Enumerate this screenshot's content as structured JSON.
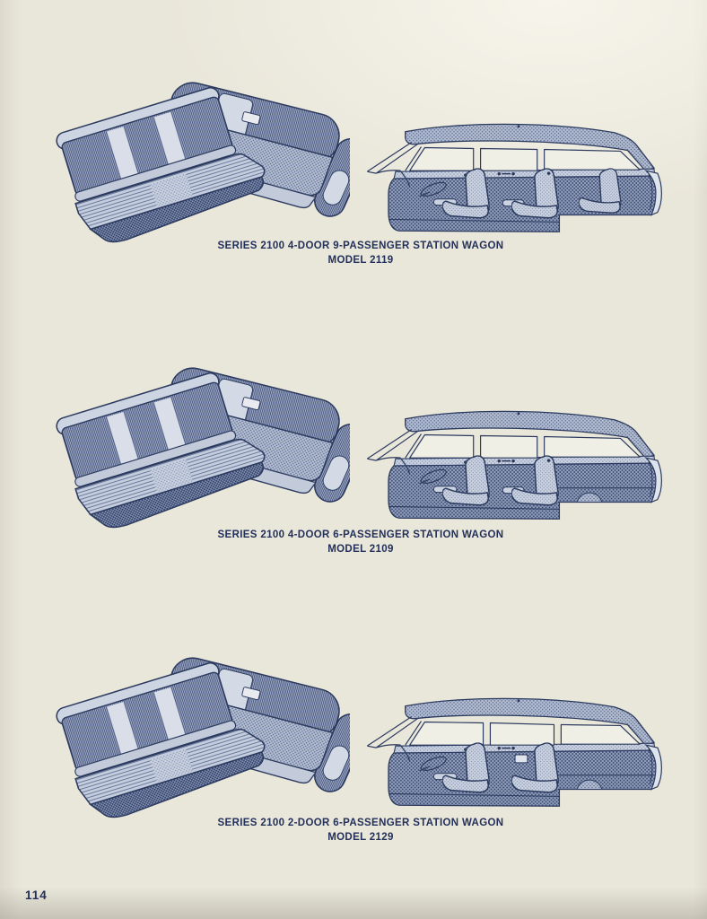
{
  "page": {
    "number": "114",
    "paper_color": "#e9e6da",
    "ink_color": "#2b3a5e"
  },
  "sections": [
    {
      "caption_line1": "SERIES 2100 4-DOOR 9-PASSENGER STATION WAGON",
      "caption_line2": "MODEL 2119",
      "seat_illustration": "front-bench-seat-and-rear-bench-seat",
      "wagon_illustration": "cutaway-station-wagon-three-seat-rows"
    },
    {
      "caption_line1": "SERIES 2100 4-DOOR 6-PASSENGER STATION WAGON",
      "caption_line2": "MODEL 2109",
      "seat_illustration": "front-bench-seat-and-rear-bench-seat",
      "wagon_illustration": "cutaway-station-wagon-two-seat-rows"
    },
    {
      "caption_line1": "SERIES 2100 2-DOOR 6-PASSENGER STATION WAGON",
      "caption_line2": "MODEL 2129",
      "seat_illustration": "front-bench-seat-and-rear-bench-seat",
      "wagon_illustration": "cutaway-station-wagon-two-seat-rows"
    }
  ]
}
